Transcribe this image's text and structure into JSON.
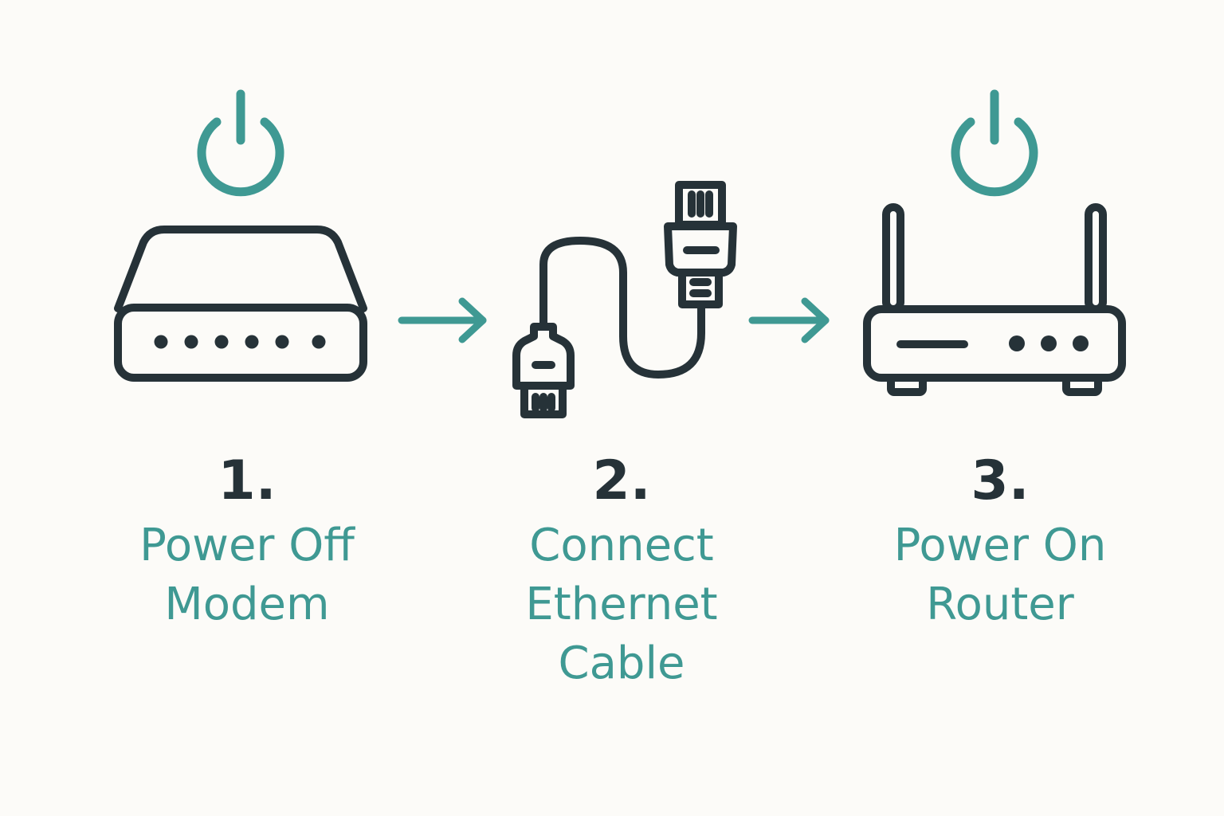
{
  "colors": {
    "accent": "#3f9993",
    "ink": "#263238",
    "background": "#fcfbf8"
  },
  "steps": [
    {
      "number": "1.",
      "label_lines": [
        "Power Off",
        "Modem"
      ],
      "icon": "modem-icon",
      "status_icon": "power-icon"
    },
    {
      "number": "2.",
      "label_lines": [
        "Connect",
        "Ethernet",
        "Cable"
      ],
      "icon": "ethernet-cable-icon"
    },
    {
      "number": "3.",
      "label_lines": [
        "Power On",
        "Router"
      ],
      "icon": "router-icon",
      "status_icon": "power-icon"
    }
  ],
  "connectors": [
    "arrow-right-icon",
    "arrow-right-icon"
  ]
}
